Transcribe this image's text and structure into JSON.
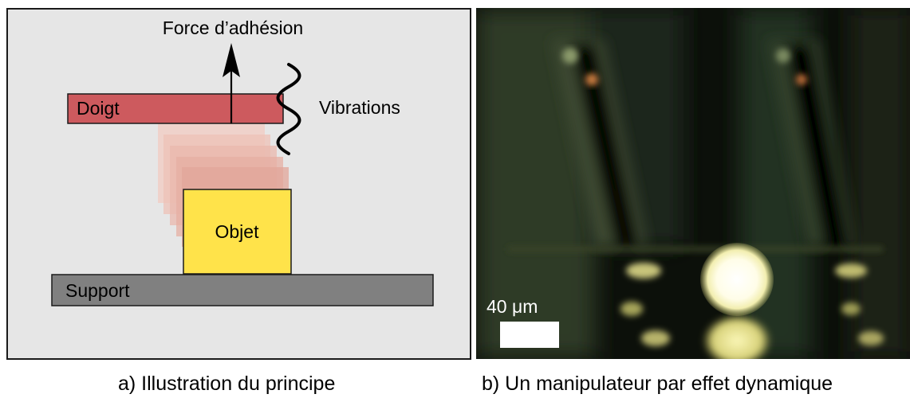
{
  "panel_a": {
    "force_label": "Force d’adhésion",
    "finger_label": "Doigt",
    "vibrations_label": "Vibrations",
    "object_label": "Objet",
    "support_label": "Support",
    "caption": "a) Illustration du principe"
  },
  "panel_b": {
    "scale_label": "40 μm",
    "caption": "b) Un manipulateur par effet dynamique"
  },
  "colors": {
    "panel_background": "#e6e6e6",
    "finger": "#cd5a5e",
    "object": "#ffe34a",
    "support": "#808080"
  }
}
